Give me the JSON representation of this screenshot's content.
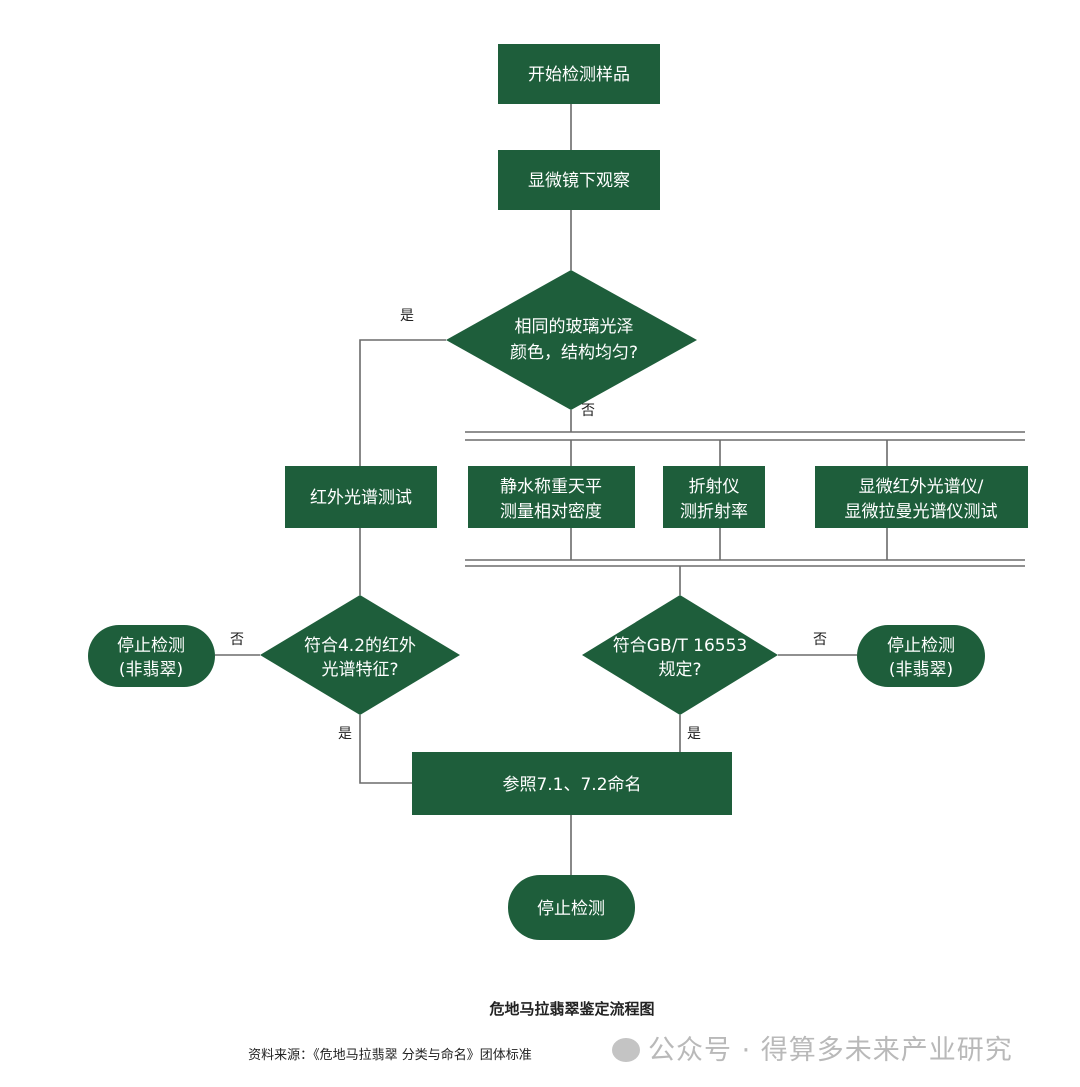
{
  "colors": {
    "node": "#1e5e3b",
    "line": "#6b6b6b"
  },
  "nodes": {
    "start": "开始检测样品",
    "microscope": "显微镜下观察",
    "decision1": [
      "相同的玻璃光泽",
      "颜色，结构均匀?"
    ],
    "infrared": "红外光谱测试",
    "density": [
      "静水称重天平",
      "测量相对密度"
    ],
    "refract": [
      "折射仪",
      "测折射率"
    ],
    "spectro": [
      "显微红外光谱仪/",
      "显微拉曼光谱仪测试"
    ],
    "decision2": [
      "符合4.2的红外",
      "光谱特征?"
    ],
    "decision3": [
      "符合GB/T 16553",
      "规定?"
    ],
    "stop_left": [
      "停止检测",
      "(非翡翠)"
    ],
    "stop_right": [
      "停止检测",
      "(非翡翠)"
    ],
    "naming": "参照7.1、7.2命名",
    "stop": "停止检测"
  },
  "labels": {
    "yes1": "是",
    "no1": "否",
    "no2": "否",
    "yes2": "是",
    "no3": "否",
    "yes3": "是"
  },
  "caption": {
    "title": "危地马拉翡翠鉴定流程图",
    "source": "资料来源：《危地马拉翡翠 分类与命名》团体标准"
  },
  "watermark": "公众号 · 得算多未来产业研究"
}
